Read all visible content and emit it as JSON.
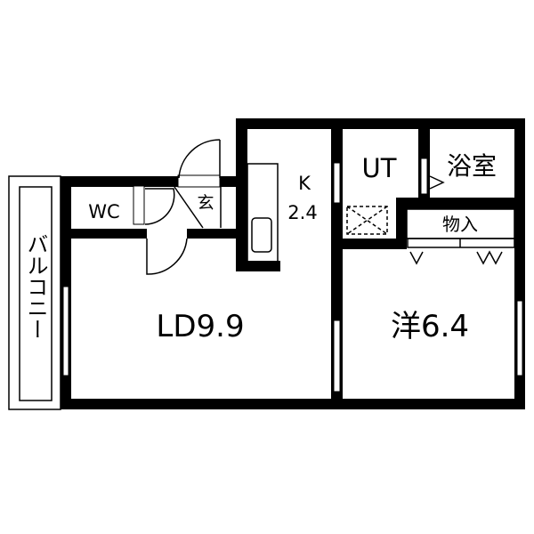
{
  "floor_plan": {
    "rooms": {
      "balcony": "バルコニー",
      "wc": "WC",
      "entrance": "玄",
      "kitchen_label": "K",
      "kitchen_size": "2.4",
      "utility": "UT",
      "bathroom": "浴室",
      "storage": "物入",
      "living_dining": "LD9.9",
      "western_room": "洋6.4"
    },
    "colors": {
      "wall": "#000000",
      "background": "#ffffff"
    }
  }
}
